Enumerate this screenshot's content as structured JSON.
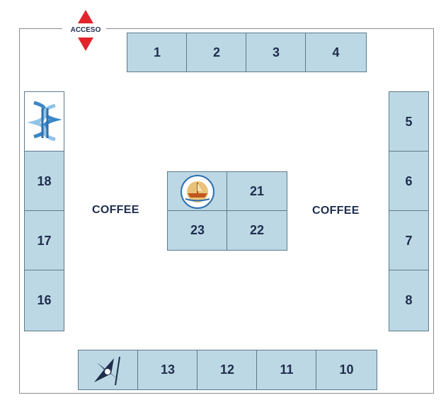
{
  "access_label": "ACCESO",
  "booths_top": [
    "1",
    "2",
    "3",
    "4"
  ],
  "booths_right": [
    "5",
    "6",
    "7",
    "8"
  ],
  "booths_bottom": [
    "13",
    "12",
    "11",
    "10"
  ],
  "booths_left": [
    "18",
    "17",
    "16"
  ],
  "booths_center": [
    "21",
    "23",
    "22"
  ],
  "coffee_left": "COFFEE",
  "coffee_right": "COFFEE",
  "icons": [
    "dna-helix-logo",
    "ship-logo",
    "compass-star-logo"
  ],
  "colors": {
    "booth_fill": "#bcd8e4",
    "booth_border": "#5d7a8c",
    "text": "#1f2d4d",
    "access_arrow": "#e3232b"
  }
}
